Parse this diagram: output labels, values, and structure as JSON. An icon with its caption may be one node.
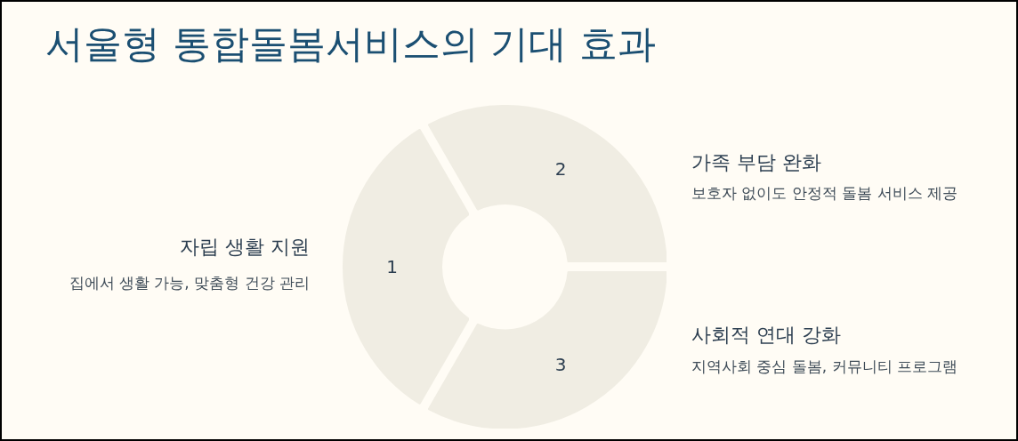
{
  "diagram": {
    "title": "서울형 통합돌봄서비스의 기대 효과",
    "nodes": [
      {
        "text": [
          "1"
        ],
        "beside": [
          "자립 생활 지원",
          "집에서 생활 가능, 맞춤형 건강 관리"
        ]
      },
      {
        "text": [
          "2"
        ],
        "beside": [
          "가족 부담 완화",
          "보호자 없이도 안정적 돌봄 서비스 제공"
        ]
      },
      {
        "text": [
          "3"
        ],
        "beside": [
          "사회적 연대 강화",
          "지역사회 중심 돌봄, 커뮤니티 프로그램"
        ]
      }
    ]
  }
}
